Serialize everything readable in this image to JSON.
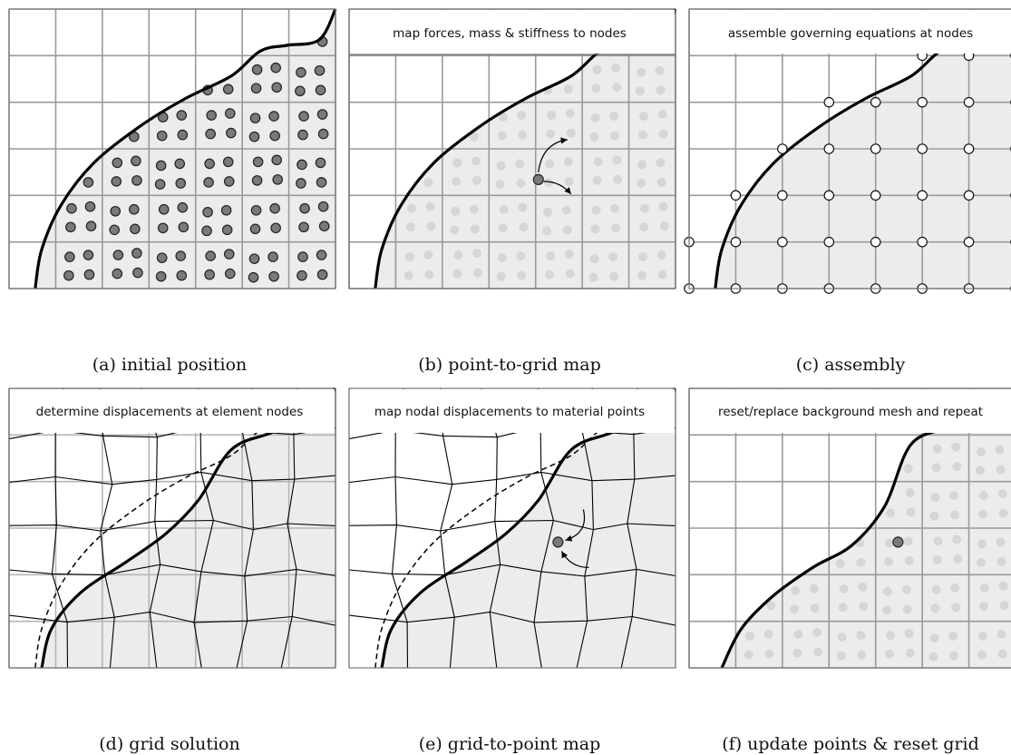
{
  "figure": {
    "panels": [
      {
        "id": "a",
        "header": "",
        "caption": "(a) initial position"
      },
      {
        "id": "b",
        "header": "map forces, mass & stiffness to nodes",
        "caption": "(b) point-to-grid map"
      },
      {
        "id": "c",
        "header": "assemble governing equations at nodes",
        "caption": "(c) assembly"
      },
      {
        "id": "d",
        "header": "determine displacements at element nodes",
        "caption": "(d) grid solution"
      },
      {
        "id": "e",
        "header": "map nodal displacements to material points",
        "caption": "(e) grid-to-point map"
      },
      {
        "id": "f",
        "header": "reset/replace background mesh and repeat",
        "caption": "(f) update points & reset grid"
      }
    ]
  },
  "colors": {
    "grid_line": "#9a9a9a",
    "deformed_line": "#000000",
    "material_fill": "#ececec",
    "point_dark": "#7a7a7a",
    "point_light": "#d6d6d6",
    "boundary": "#000000",
    "node_fill": "#ffffff"
  }
}
